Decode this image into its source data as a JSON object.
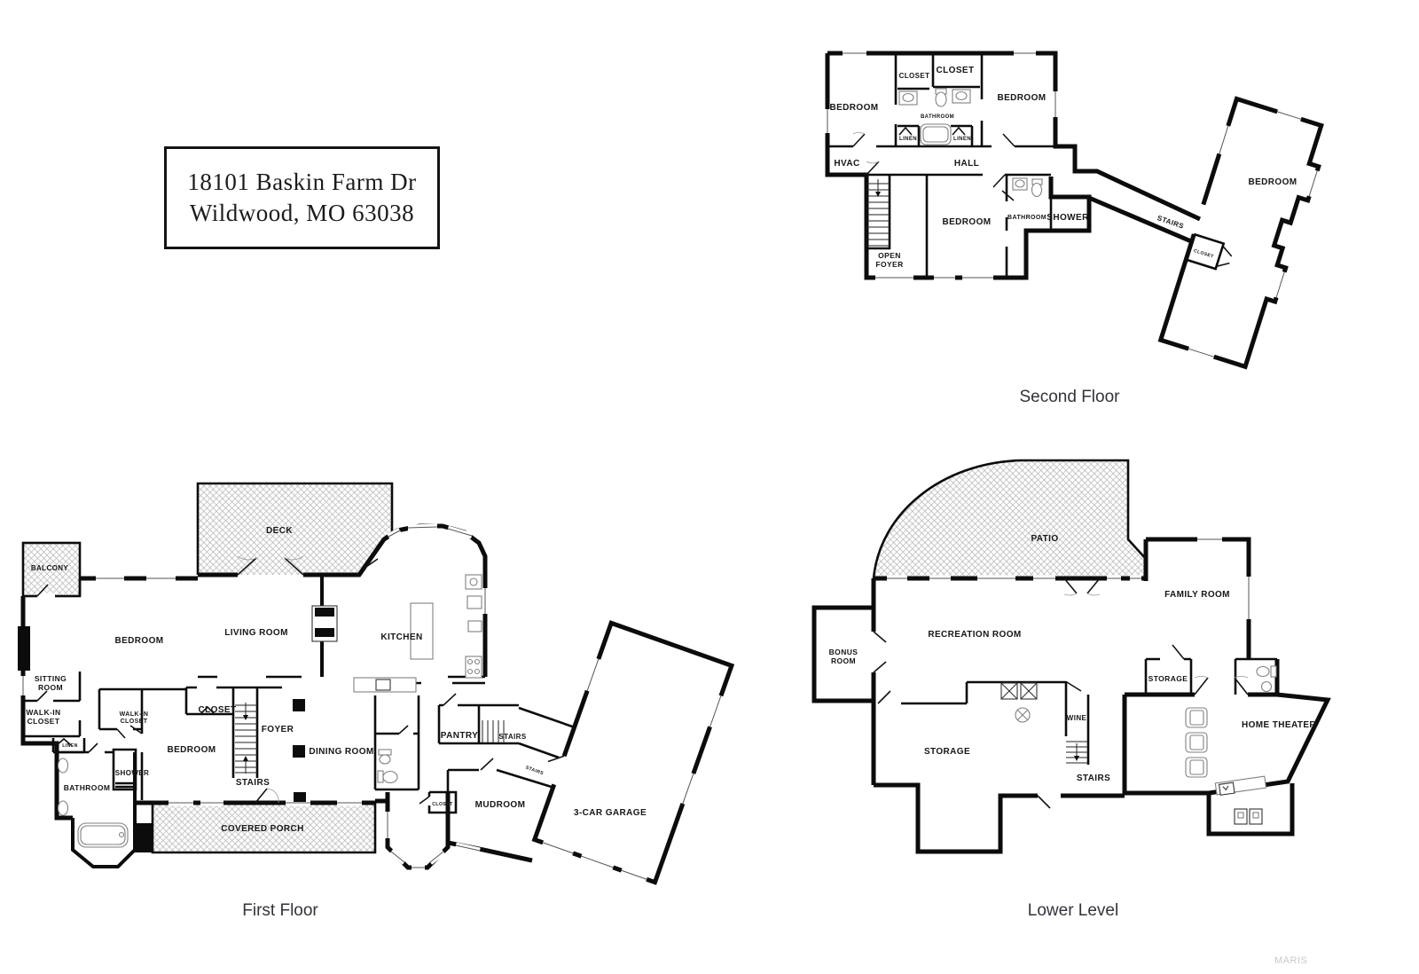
{
  "address": {
    "line1": "18101 Baskin Farm Dr",
    "line2": "Wildwood, MO 63038"
  },
  "watermark": "MARIS",
  "floors": {
    "second": {
      "title": "Second Floor",
      "rooms": {
        "bedroom_left": "BEDROOM",
        "closet_1": "CLOSET",
        "closet_2": "CLOSET",
        "bedroom_right": "BEDROOM",
        "bathroom_center": "BATHROOM",
        "linen_1": "LINEN",
        "linen_2": "LINEN",
        "hvac": "HVAC",
        "hall": "HALL",
        "bedroom_center": "BEDROOM",
        "bathroom_right": "BATHROOM",
        "shower": "SHOWER",
        "open_foyer": "OPEN\nFOYER",
        "stairs": "STAIRS",
        "wing_closet": "CLOSET",
        "wing_bedroom": "BEDROOM"
      }
    },
    "first": {
      "title": "First Floor",
      "rooms": {
        "balcony": "BALCONY",
        "bedroom_main": "BEDROOM",
        "sitting_room": "SITTING\nROOM",
        "walkin_closet_1": "WALK-IN\nCLOSET",
        "linen": "LINEN",
        "walkin_closet_2": "WALK-IN\nCLOSET",
        "bedroom_2": "BEDROOM",
        "closet": "CLOSET",
        "stairs_main": "STAIRS",
        "foyer": "FOYER",
        "deck": "DECK",
        "living_room": "LIVING ROOM",
        "kitchen": "KITCHEN",
        "dining_room": "DINING ROOM",
        "shower": "SHOWER",
        "bathroom": "BATHROOM",
        "pantry": "PANTRY",
        "stairs_upper": "STAIRS",
        "stairs_small": "STAIRS",
        "covered_porch": "COVERED PORCH",
        "closet_small": "CLOSET",
        "mudroom": "MUDROOM",
        "garage": "3-CAR GARAGE"
      }
    },
    "lower": {
      "title": "Lower Level",
      "rooms": {
        "patio": "PATIO",
        "bonus_room": "BONUS\nROOM",
        "recreation_room": "RECREATION ROOM",
        "family_room": "FAMILY ROOM",
        "storage_upper": "STORAGE",
        "home_theater": "HOME THEATER",
        "storage_main": "STORAGE",
        "wine": "WINE",
        "stairs": "STAIRS"
      }
    }
  }
}
